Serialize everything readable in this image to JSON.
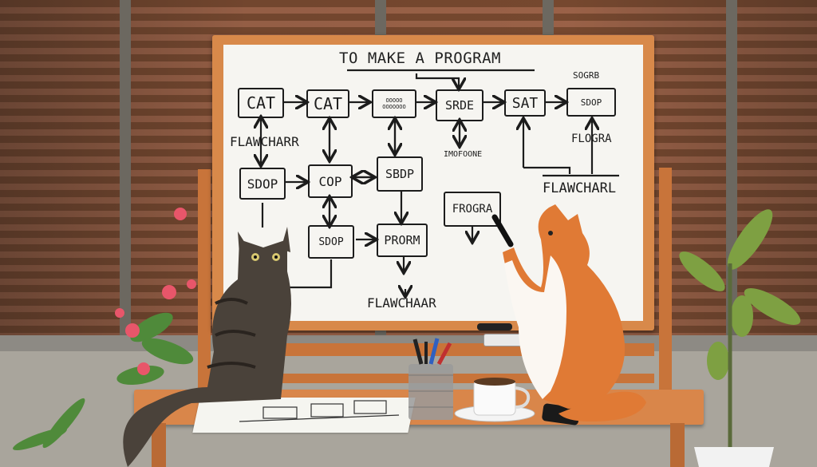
{
  "board": {
    "title": "TO MAKE A PROGRAM",
    "boxes": {
      "cat1": "CAT",
      "cat2": "CAT",
      "scribble": "OOOOO OOOOOOO",
      "srde": "SRDE",
      "sat": "SAT",
      "sdop_right": "SDOP",
      "sdop_left": "SDOP",
      "cop": "COP",
      "sbdp": "SBDP",
      "fropra": "FROGRA",
      "sdop_low": "SDOP",
      "prorm": "PRORM"
    },
    "labels": {
      "sogr": "SOGRB",
      "flawcharr": "FLAWCHARR",
      "imofoone": "IMOFOONE",
      "flogra": "FLOGRA",
      "flawcharl": "FLAWCHARL",
      "flawchaar": "FLAWCHAAR"
    }
  },
  "colors": {
    "board": "#f6f5f1",
    "frame": "#d8894a",
    "ink": "#1c1c1c",
    "orange_cat": "#e07a35",
    "tabby_cat": "#4a423a"
  }
}
